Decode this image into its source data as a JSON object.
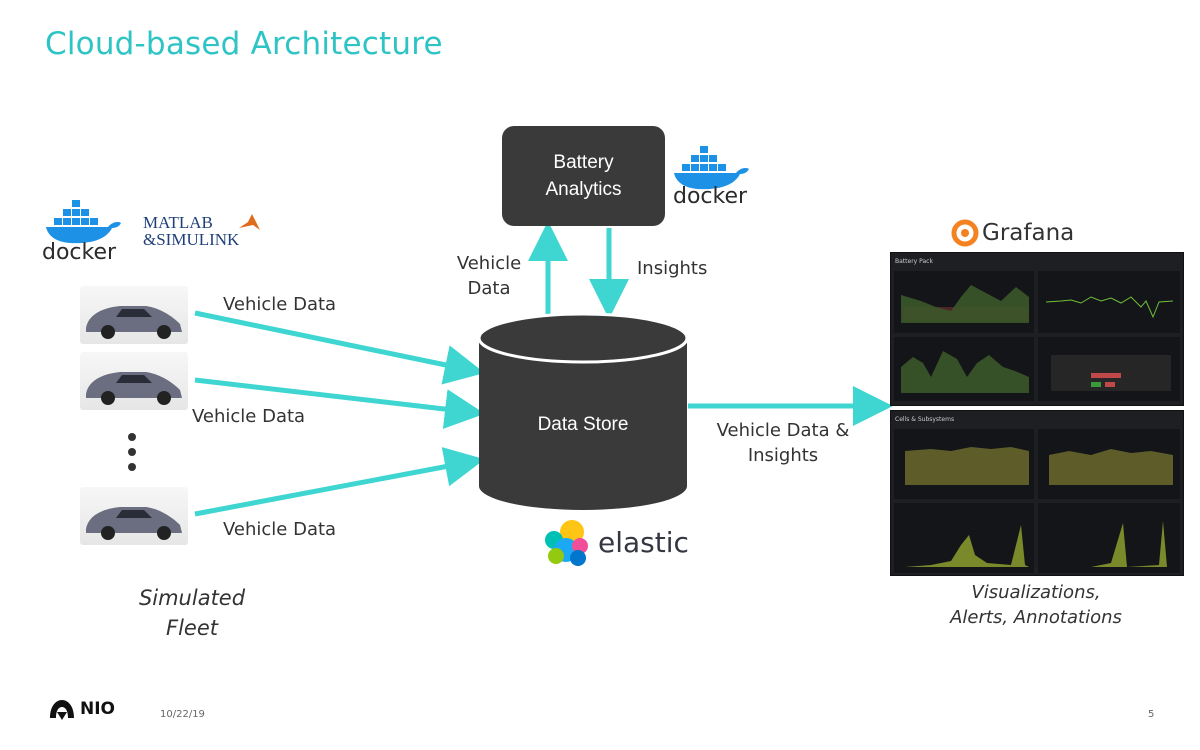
{
  "slide": {
    "title": "Cloud-based Architecture",
    "date": "10/22/19",
    "page_number": "5",
    "nio_label": "NIO"
  },
  "logos": {
    "docker_left": "docker",
    "docker_right": "docker",
    "matlab_line1": "MATLAB",
    "matlab_line2": "&SIMULINK",
    "grafana": "Grafana",
    "elastic": "elastic"
  },
  "nodes": {
    "battery_analytics": [
      "Battery",
      "Analytics"
    ],
    "data_store": "Data Store"
  },
  "edges": {
    "car1": "Vehicle Data",
    "car2": "Vehicle Data",
    "car3": "Vehicle Data",
    "up": [
      "Vehicle",
      "Data"
    ],
    "down": "Insights",
    "out": [
      "Vehicle Data &",
      "Insights"
    ]
  },
  "captions": {
    "fleet": [
      "Simulated",
      "Fleet"
    ],
    "viz": [
      "Visualizations,",
      "Alerts, Annotations"
    ]
  },
  "dashboard": {
    "top_title": "Battery Pack",
    "bottom_title": "Cells & Subsystems"
  },
  "colors": {
    "accent": "#2ec4c6",
    "arrow": "#3fd6d2",
    "box": "#3a3a3a",
    "cylinder": "#3a3a3a",
    "docker_blue": "#1d91e6",
    "grafana_orange": "#f58220"
  }
}
